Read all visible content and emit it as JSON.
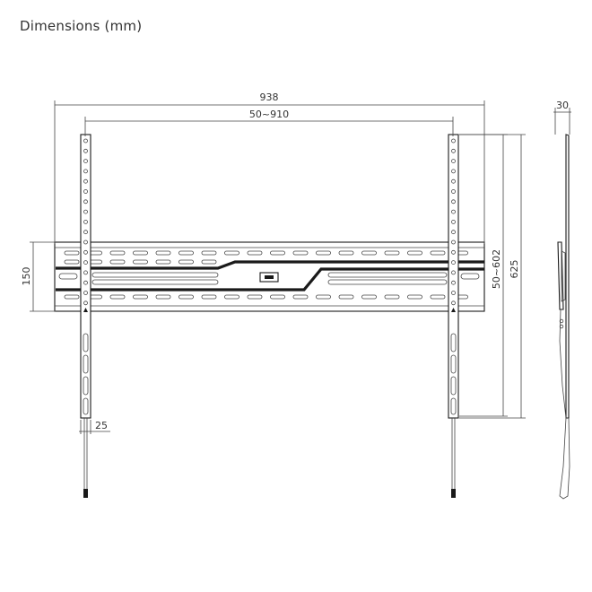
{
  "title": "Dimensions (mm)",
  "dimensions": {
    "overall_width": "938",
    "rail_spacing": "50~910",
    "depth": "30",
    "bracket_height": "150",
    "arm_width": "25",
    "vertical_adjust": "50~602",
    "arm_height": "625"
  },
  "colors": {
    "line": "#1a1a1a",
    "dimension_line": "#444444",
    "text": "#333333"
  }
}
